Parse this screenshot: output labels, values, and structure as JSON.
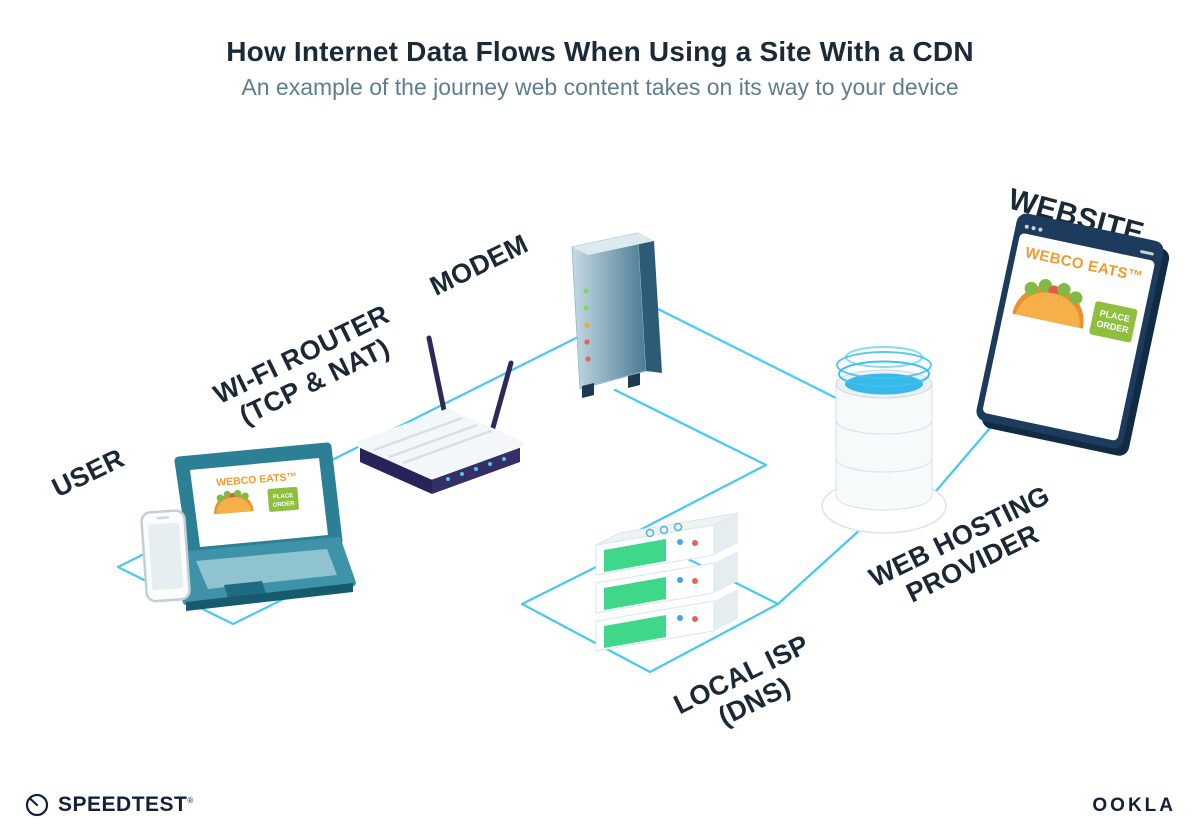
{
  "header": {
    "title": "How Internet Data Flows When Using a Site With a CDN",
    "subtitle": "An example of the journey web content takes on its way to your device"
  },
  "labels": {
    "user": "USER",
    "router_line1": "WI-FI ROUTER",
    "router_line2": "(TCP & NAT)",
    "modem": "MODEM",
    "isp_line1": "LOCAL ISP",
    "isp_line2": "(DNS)",
    "hosting_line1": "WEB HOSTING",
    "hosting_line2": "PROVIDER",
    "website": "WEBSITE"
  },
  "webco": {
    "brand": "WEBCO EATS™",
    "order_line1": "PLACE",
    "order_line2": "ORDER"
  },
  "footer": {
    "speedtest": "SPEEDTEST",
    "speedtest_mark": "®",
    "ookla": "OOKLA"
  },
  "colors": {
    "connector_line": "#47c9f2",
    "label_navy": "#1b2836",
    "subtitle_slate": "#5e7e8e",
    "laptop_teal": "#2c8096",
    "router_purple": "#2c2a5c",
    "modem_steel": "#4a7b95",
    "server_green": "#3fd88a",
    "water_cyan": "#38b9e9",
    "brand_orange": "#f09b2e",
    "order_green": "#90be3f",
    "led_green": "#7ed957",
    "led_orange": "#f2a93c",
    "led_red": "#e8625c"
  }
}
